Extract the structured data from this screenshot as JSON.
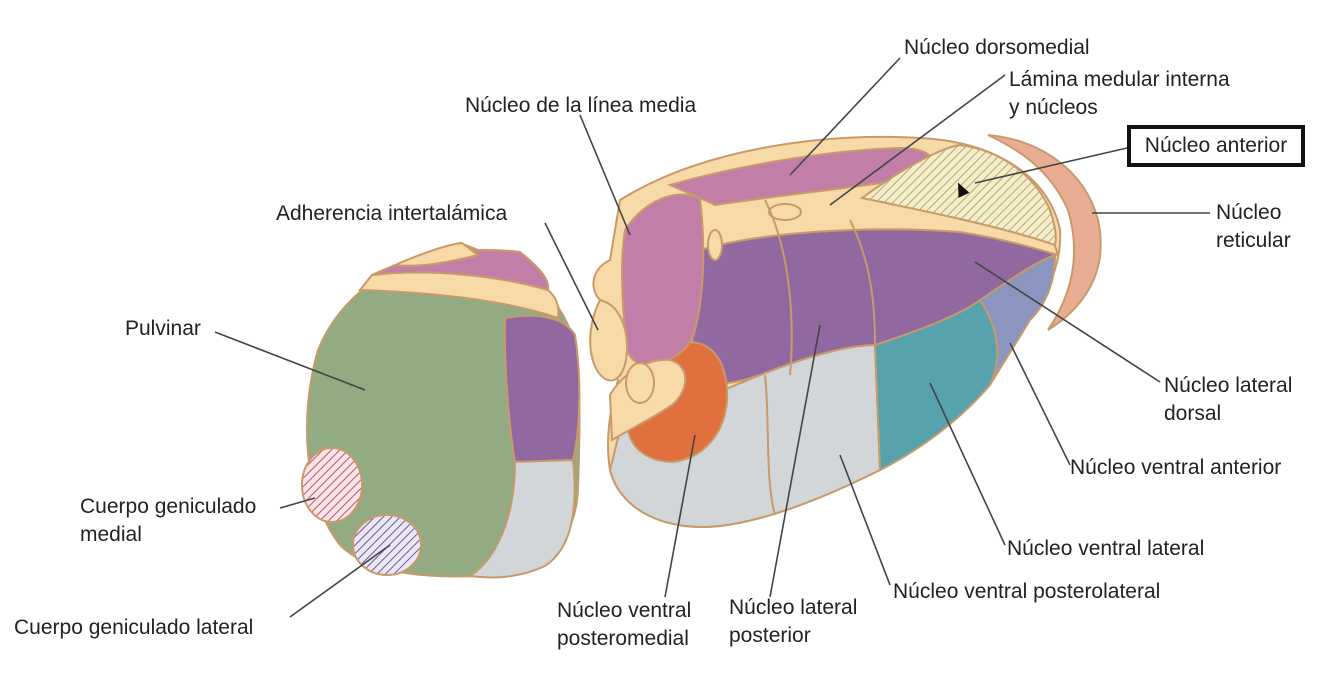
{
  "labels": {
    "dorsomedial": "Núcleo dorsomedial",
    "lamina_1": "Lámina medular interna",
    "lamina_2": "y núcleos",
    "linea_media": "Núcleo de la línea media",
    "anterior": "Núcleo anterior",
    "reticular_1": "Núcleo",
    "reticular_2": "reticular",
    "adherencia": "Adherencia intertalámica",
    "pulvinar": "Pulvinar",
    "lateral_dorsal_1": "Núcleo lateral",
    "lateral_dorsal_2": "dorsal",
    "ventral_anterior": "Núcleo ventral anterior",
    "geniculado_medial_1": "Cuerpo geniculado",
    "geniculado_medial_2": "medial",
    "ventral_lateral": "Núcleo ventral lateral",
    "ventral_posterolateral": "Núcleo ventral posterolateral",
    "geniculado_lateral": "Cuerpo geniculado lateral",
    "ventral_posteromedial_1": "Núcleo ventral",
    "ventral_posteromedial_2": "posteromedial",
    "lateral_posterior_1": "Núcleo lateral",
    "lateral_posterior_2": "posterior"
  },
  "colors": {
    "outline": "#c89a6a",
    "cream": "#f8d9a8",
    "pink": "#c17fa8",
    "purple": "#9168a0",
    "green": "#93ab82",
    "gray": "#d3d6d9",
    "teal": "#56a3ae",
    "blue_gray": "#8a95c0",
    "orange": "#e0703d",
    "reticular": "#e8ad92",
    "hatch": "#a8b680"
  }
}
